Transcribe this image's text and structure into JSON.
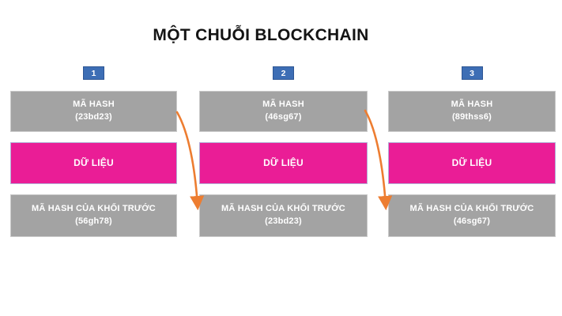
{
  "title": "MỘT CHUỖI BLOCKCHAIN",
  "colors": {
    "box_gray": "#a3a3a3",
    "box_gray_border": "#c9c9c9",
    "data_pink": "#ea1d96",
    "data_pink_border": "#b3aed6",
    "badge_blue": "#3d6eb5",
    "badge_blue_border": "#2e5694",
    "arrow_orange": "#ed7d31",
    "box_text": "#ffffff",
    "title_text": "#141414"
  },
  "blocks": [
    {
      "badge": "1",
      "hash_label": "MÃ HASH",
      "hash_value": "(23bd23)",
      "data_label": "DỮ LIỆU",
      "prev_label": "MÃ HASH CỦA KHỐI TRƯỚC",
      "prev_value": "(56gh78)"
    },
    {
      "badge": "2",
      "hash_label": "MÃ HASH",
      "hash_value": "(46sg67)",
      "data_label": "DỮ LIỆU",
      "prev_label": "MÃ HASH CỦA KHỐI TRƯỚC",
      "prev_value": "(23bd23)"
    },
    {
      "badge": "3",
      "hash_label": "MÃ HASH",
      "hash_value": "(89thss6)",
      "data_label": "DỮ LIỆU",
      "prev_label": "MÃ HASH CỦA KHỐI TRƯỚC",
      "prev_value": "(46sg67)"
    }
  ],
  "arrows": [
    {
      "from": "block-1-hash",
      "to": "block-2-prev-hash"
    },
    {
      "from": "block-2-hash",
      "to": "block-3-prev-hash"
    }
  ]
}
